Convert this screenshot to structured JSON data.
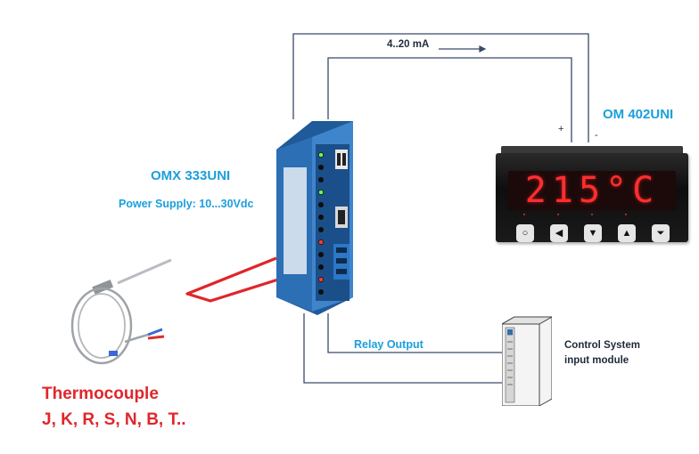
{
  "signal": {
    "label": "4..20 mA"
  },
  "meter": {
    "name": "OM 402UNI",
    "plus": "+",
    "minus": "-",
    "reading": "215°C",
    "button_icons": [
      "circle-icon",
      "arrow-left-icon",
      "arrow-down-icon",
      "arrow-up-icon",
      "enter-icon"
    ]
  },
  "transmitter": {
    "name": "OMX 333UNI",
    "power_supply": "Power Supply: 10...30Vdc"
  },
  "relay": {
    "label": "Relay Output"
  },
  "control_system": {
    "label_line1": "Control System",
    "label_line2": "input module"
  },
  "sensor": {
    "name": "Thermocouple",
    "types": "J, K, R, S, N, B, T.."
  },
  "colors": {
    "wire": "#3a4a6b",
    "label_blue": "#1a9fdc",
    "device_blue": "#2c6fb5",
    "sensor_red": "#e0262b",
    "display_red": "#ff2e2e"
  }
}
